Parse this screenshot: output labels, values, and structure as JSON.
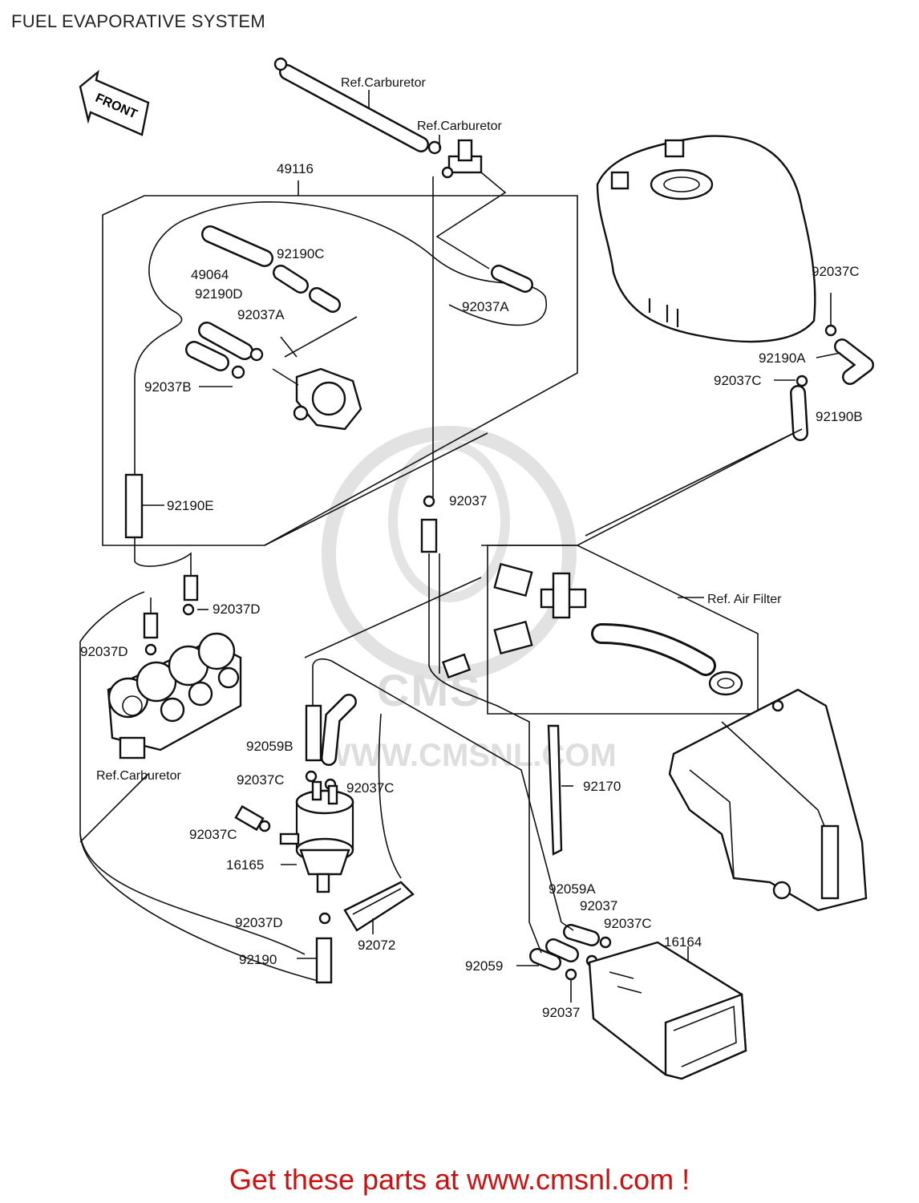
{
  "title": "FUEL EVAPORATIVE SYSTEM",
  "front_arrow_label": "FRONT",
  "watermark": {
    "logo_text": "CMS",
    "url": "WWW.CMSNL.COM"
  },
  "labels": {
    "ref_carburetor_top_1": "Ref.Carburetor",
    "ref_carburetor_top_2": "Ref.Carburetor",
    "p49116": "49116",
    "p49064": "49064",
    "p92190C": "92190C",
    "p92190D": "92190D",
    "p92037A_left": "92037A",
    "p92037A_right": "92037A",
    "p92037B": "92037B",
    "p92190E": "92190E",
    "p92037C_tank": "92037C",
    "p92190A": "92190A",
    "p92037C_mid": "92037C",
    "p92190B": "92190B",
    "p92037_center": "92037",
    "ref_air_filter": "Ref. Air Filter",
    "p92037D_top": "92037D",
    "p92037D_left": "92037D",
    "ref_carburetor_bottom": "Ref.Carburetor",
    "p92059B": "92059B",
    "p92037C_a": "92037C",
    "p92037C_b": "92037C",
    "p92037C_c": "92037C",
    "p16165": "16165",
    "p92037D_bottom": "92037D",
    "p92190": "92190",
    "p92072": "92072",
    "p92170": "92170",
    "p92059A": "92059A",
    "p92037_r1": "92037",
    "p92037C_r": "92037C",
    "p16164": "16164",
    "p92059": "92059",
    "p92037_r2": "92037"
  },
  "footer": "Get these parts at www.cmsnl.com !",
  "colors": {
    "line": "#111111",
    "footer": "#cc1111",
    "watermark": "#dcdcdc"
  }
}
